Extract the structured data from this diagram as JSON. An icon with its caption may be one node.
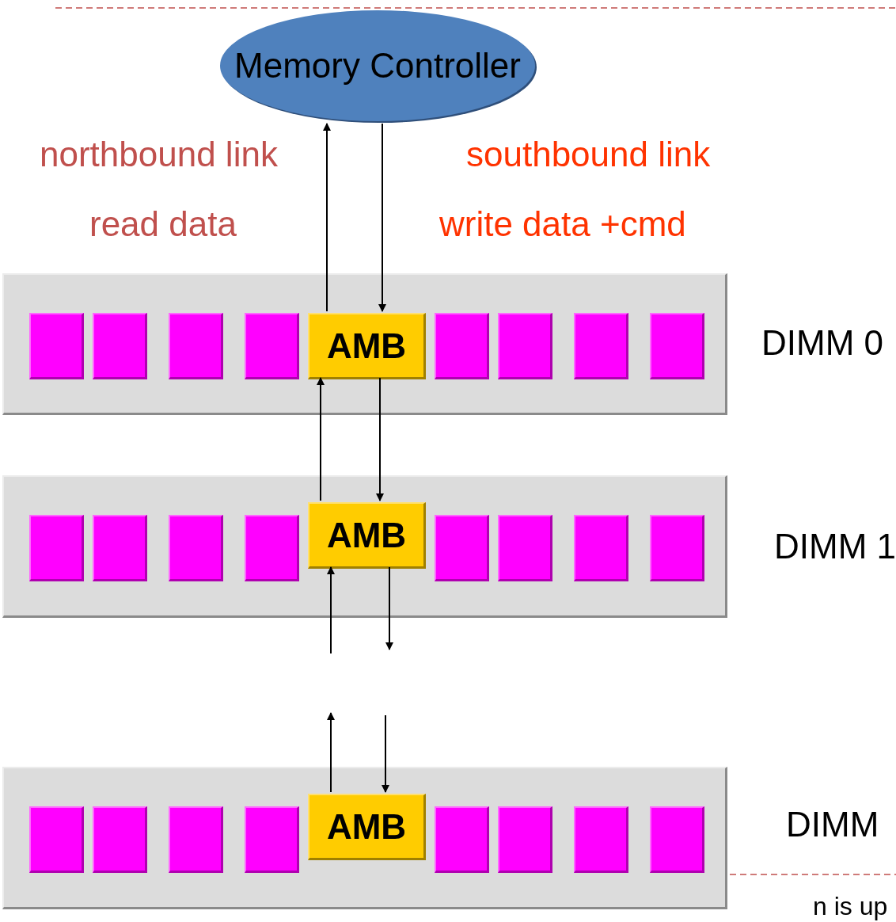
{
  "diagram": {
    "nodes": [
      {
        "text": [
          "Memory Controller"
        ]
      },
      {
        "text": [],
        "shape": "box",
        "beside": [
          "DIMM 0"
        ]
      },
      {
        "text": [
          "AMB"
        ],
        "in": 1
      },
      {
        "text": [],
        "shape": "box",
        "beside": [
          "DIMM 1"
        ]
      },
      {
        "text": [
          "AMB"
        ],
        "in": 3
      },
      {
        "text": [],
        "shape": "box",
        "beside": [
          "DIMM"
        ]
      },
      {
        "text": [
          "AMB"
        ],
        "in": 5
      },
      {
        "text": [],
        "shape": "box",
        "in": 1
      },
      {
        "text": [],
        "shape": "box",
        "in": 1
      },
      {
        "text": [],
        "shape": "box",
        "in": 1
      },
      {
        "text": [],
        "shape": "box",
        "in": 1
      },
      {
        "text": [],
        "shape": "box",
        "in": 1
      },
      {
        "text": [],
        "shape": "box",
        "in": 1
      },
      {
        "text": [],
        "shape": "box",
        "in": 1
      },
      {
        "text": [],
        "shape": "box",
        "in": 1
      },
      {
        "text": [],
        "shape": "box",
        "in": 3
      },
      {
        "text": [],
        "shape": "box",
        "in": 3
      },
      {
        "text": [],
        "shape": "box",
        "in": 3
      },
      {
        "text": [],
        "shape": "box",
        "in": 3
      },
      {
        "text": [],
        "shape": "box",
        "in": 3
      },
      {
        "text": [],
        "shape": "box",
        "in": 3
      },
      {
        "text": [],
        "shape": "box",
        "in": 3
      },
      {
        "text": [],
        "shape": "box",
        "in": 3
      },
      {
        "text": [],
        "shape": "box",
        "in": 5
      },
      {
        "text": [],
        "shape": "box",
        "in": 5
      },
      {
        "text": [],
        "shape": "box",
        "in": 5
      },
      {
        "text": [],
        "shape": "box",
        "in": 5
      },
      {
        "text": [],
        "shape": "box",
        "in": 5
      },
      {
        "text": [],
        "shape": "box",
        "in": 5
      },
      {
        "text": [],
        "shape": "box",
        "in": 5
      },
      {
        "text": [],
        "shape": "box",
        "in": 5
      }
    ],
    "edges": [
      {
        "from": 2,
        "to": 0,
        "arrow": "to"
      },
      {
        "from": 0,
        "to": 2,
        "arrow": "to"
      },
      {
        "from": 4,
        "to": 2,
        "arrow": "to"
      },
      {
        "from": 2,
        "to": 4,
        "arrow": "to"
      },
      {
        "from": null,
        "to": 4,
        "arrow": "to"
      },
      {
        "from": 4,
        "to": null,
        "arrow": "to"
      },
      {
        "from": 6,
        "to": null,
        "arrow": "to"
      },
      {
        "from": null,
        "to": 6,
        "arrow": "to"
      }
    ],
    "labels": [
      "northbound link",
      "southbound link",
      "read data",
      "write data +cmd",
      "n is up"
    ]
  }
}
